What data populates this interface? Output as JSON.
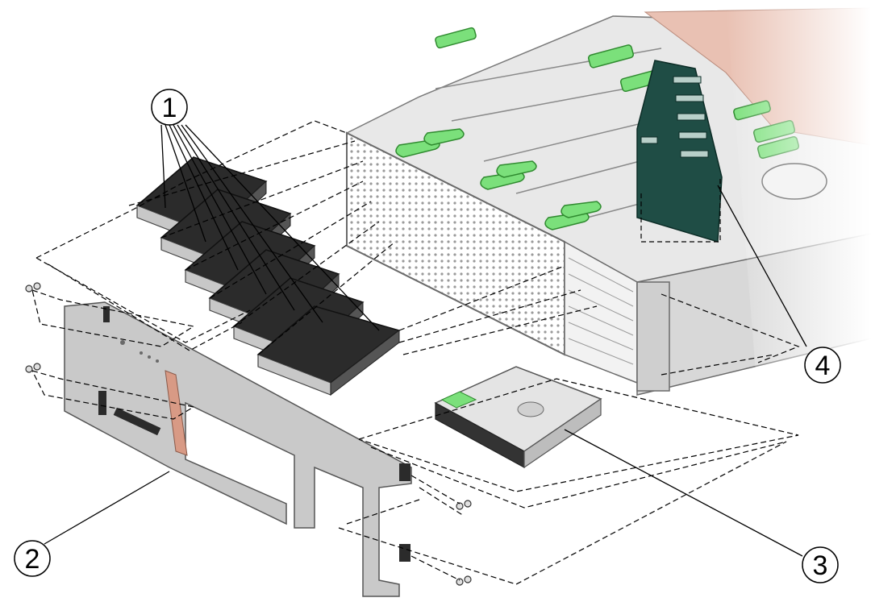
{
  "callouts": [
    {
      "label": "1"
    },
    {
      "label": "2"
    },
    {
      "label": "3"
    },
    {
      "label": "4"
    }
  ],
  "colors": {
    "chassis": "#dcdcdc",
    "chassis_dark": "#8a8a8a",
    "fan_handle": "#7be07b",
    "backplane": "#1f4d45",
    "cable": "#d89a85",
    "heatsink": "#e9c1b3",
    "drive_body": "#2b2b2b",
    "drive_bezel": "#c8c8c8",
    "leader": "#000000"
  }
}
